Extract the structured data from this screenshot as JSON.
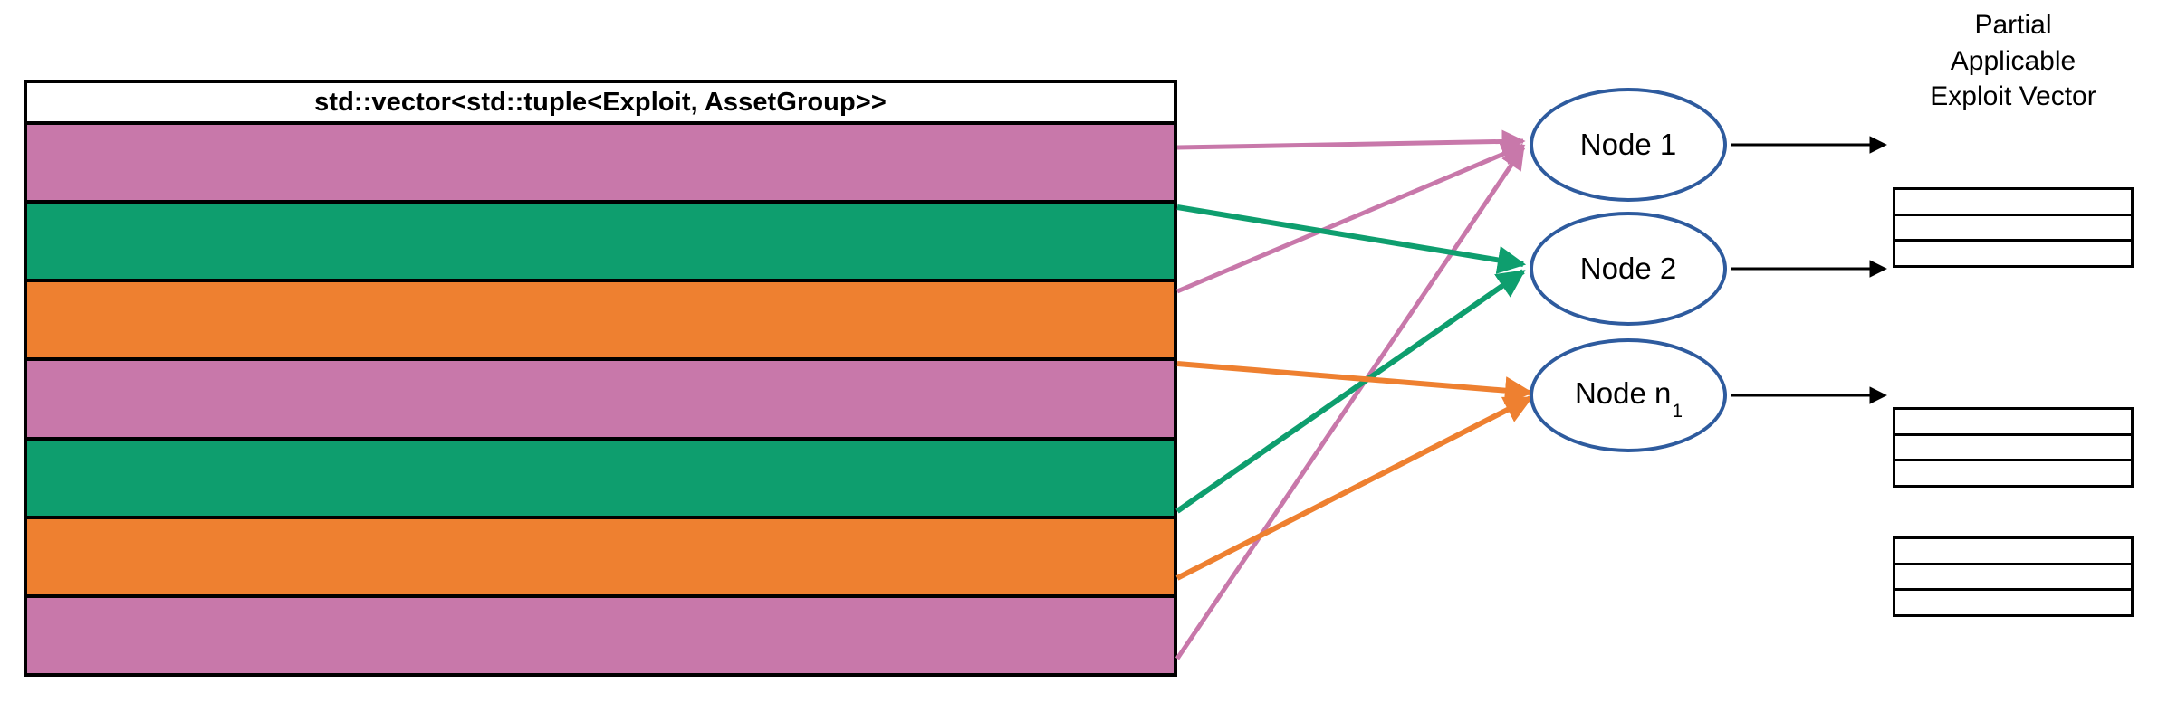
{
  "diagram": {
    "title_text": "Partial Applicable Exploit Vector",
    "colors": {
      "pink": "#C878AA",
      "green": "#0E9E6E",
      "orange": "#EE8030",
      "node_border": "#2E5B9E",
      "outline": "#000000",
      "background": "#FFFFFF"
    }
  },
  "vector_table": {
    "header_label": "std::vector<std::tuple<Exploit, AssetGroup>>",
    "rows": [
      {
        "index": 1,
        "color": "#C878AA",
        "group": "pink",
        "target": "Node 1"
      },
      {
        "index": 2,
        "color": "#0E9E6E",
        "group": "green",
        "target": "Node 2"
      },
      {
        "index": 3,
        "color": "#EE8030",
        "group": "orange",
        "target": "Node n1"
      },
      {
        "index": 4,
        "color": "#C878AA",
        "group": "pink",
        "target": "Node 1"
      },
      {
        "index": 5,
        "color": "#0E9E6E",
        "group": "green",
        "target": "Node 2"
      },
      {
        "index": 6,
        "color": "#EE8030",
        "group": "orange",
        "target": "Node n1"
      },
      {
        "index": 7,
        "color": "#C878AA",
        "group": "pink",
        "target": "Node 1"
      }
    ]
  },
  "nodes": [
    {
      "id": "node-1",
      "label": "Node 1",
      "base": "Node 1",
      "subscript": ""
    },
    {
      "id": "node-2",
      "label": "Node 2",
      "base": "Node 2",
      "subscript": ""
    },
    {
      "id": "node-n1",
      "label": "Node n1",
      "base": "Node n",
      "subscript": "1"
    }
  ],
  "exploit_vector_title": {
    "line_1": "Partial",
    "line_2": "Applicable",
    "line_3": "Exploit Vector"
  },
  "exploit_vectors": [
    {
      "for_node": "Node 1",
      "cells": [
        "",
        "",
        ""
      ]
    },
    {
      "for_node": "Node 2",
      "cells": [
        "",
        "",
        ""
      ]
    },
    {
      "for_node": "Node n1",
      "cells": [
        "",
        "",
        ""
      ]
    }
  ],
  "edges": [
    {
      "from_row": 1,
      "to_node": "Node 1",
      "color": "#C878AA"
    },
    {
      "from_row": 4,
      "to_node": "Node 1",
      "color": "#C878AA"
    },
    {
      "from_row": 7,
      "to_node": "Node 1",
      "color": "#C878AA"
    },
    {
      "from_row": 2,
      "to_node": "Node 2",
      "color": "#0E9E6E"
    },
    {
      "from_row": 5,
      "to_node": "Node 2",
      "color": "#0E9E6E"
    },
    {
      "from_row": 3,
      "to_node": "Node n1",
      "color": "#EE8030"
    },
    {
      "from_row": 6,
      "to_node": "Node n1",
      "color": "#EE8030"
    },
    {
      "from_node": "Node 1",
      "to_vector": 1,
      "color": "#000000"
    },
    {
      "from_node": "Node 2",
      "to_vector": 2,
      "color": "#000000"
    },
    {
      "from_node": "Node n1",
      "to_vector": 3,
      "color": "#000000"
    }
  ]
}
